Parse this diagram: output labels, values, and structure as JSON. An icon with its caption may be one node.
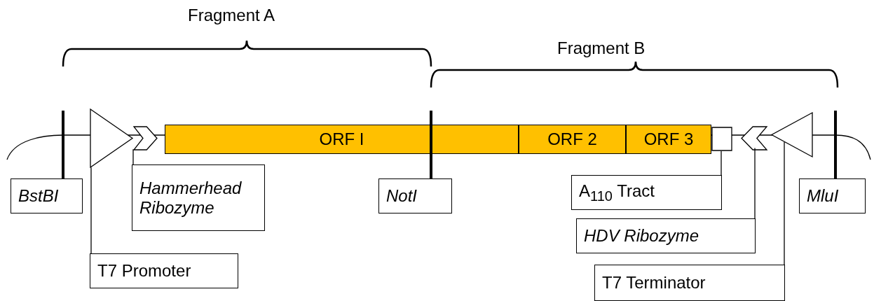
{
  "diagram": {
    "nodes": [
      {
        "text": [
          "ORF I"
        ]
      },
      {
        "text": [
          "ORF 2"
        ]
      },
      {
        "text": [
          "ORF 3"
        ]
      },
      {
        "text": [
          "BstBI"
        ]
      },
      {
        "text": [],
        "shape": "triangle"
      },
      {
        "text": [
          "T7 Promoter"
        ]
      },
      {
        "text": [],
        "shape": "chevron"
      },
      {
        "text": [
          "Hammerhead Ribozyme"
        ]
      },
      {
        "text": [
          "NotI"
        ]
      },
      {
        "text": [],
        "shape": "box"
      },
      {
        "text": [
          "A$_{110}$ Tract"
        ]
      },
      {
        "text": [],
        "shape": "chevron"
      },
      {
        "text": [
          "HDV Ribozyme"
        ]
      },
      {
        "text": [],
        "shape": "triangle"
      },
      {
        "text": [
          "T7 Terminator"
        ]
      },
      {
        "text": [
          "MluI"
        ]
      }
    ],
    "edges": [
      {
        "from": 3,
        "to": null,
        "arrow": "none",
        "style": "thick"
      },
      {
        "from": 5,
        "to": 4,
        "arrow": "none"
      },
      {
        "from": 7,
        "to": 6,
        "arrow": "none"
      },
      {
        "from": 8,
        "to": null,
        "arrow": "none",
        "style": "thick"
      },
      {
        "from": 10,
        "to": 9,
        "arrow": "none"
      },
      {
        "from": 12,
        "to": 11,
        "arrow": "none"
      },
      {
        "from": 14,
        "to": 13,
        "arrow": "none"
      },
      {
        "from": 15,
        "to": null,
        "arrow": "none",
        "style": "thick"
      }
    ],
    "labels": [
      "Fragment A",
      "Fragment B"
    ]
  }
}
